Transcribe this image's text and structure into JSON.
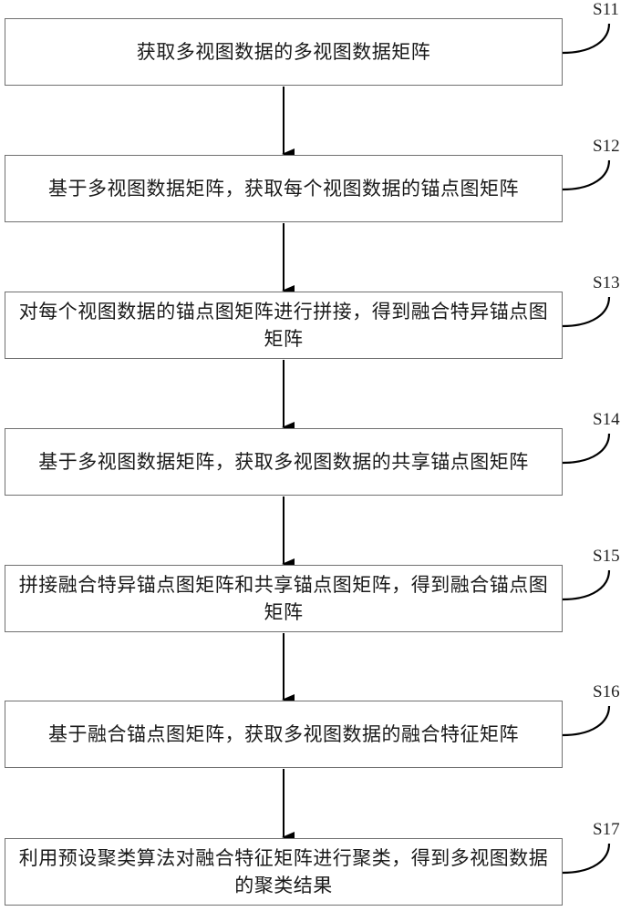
{
  "diagram": {
    "type": "flowchart",
    "direction": "top-to-bottom",
    "steps": [
      {
        "id": "S11",
        "text": "获取多视图数据的多视图数据矩阵"
      },
      {
        "id": "S12",
        "text": "基于多视图数据矩阵，获取每个视图数据的锚点图矩阵"
      },
      {
        "id": "S13",
        "text": "对每个视图数据的锚点图矩阵进行拼接，得到融合特异锚点图矩阵"
      },
      {
        "id": "S14",
        "text": "基于多视图数据矩阵，获取多视图数据的共享锚点图矩阵"
      },
      {
        "id": "S15",
        "text": "拼接融合特异锚点图矩阵和共享锚点图矩阵，得到融合锚点图矩阵"
      },
      {
        "id": "S16",
        "text": "基于融合锚点图矩阵，获取多视图数据的融合特征矩阵"
      },
      {
        "id": "S17",
        "text": "利用预设聚类算法对融合特征矩阵进行聚类，得到多视图数据的聚类结果"
      }
    ],
    "edges": [
      {
        "from": "S11",
        "to": "S12"
      },
      {
        "from": "S12",
        "to": "S13"
      },
      {
        "from": "S13",
        "to": "S14"
      },
      {
        "from": "S14",
        "to": "S15"
      },
      {
        "from": "S15",
        "to": "S16"
      },
      {
        "from": "S16",
        "to": "S17"
      }
    ],
    "colors": {
      "box_border": "#707070",
      "arrow": "#000000",
      "text": "#1a1a1a"
    }
  }
}
